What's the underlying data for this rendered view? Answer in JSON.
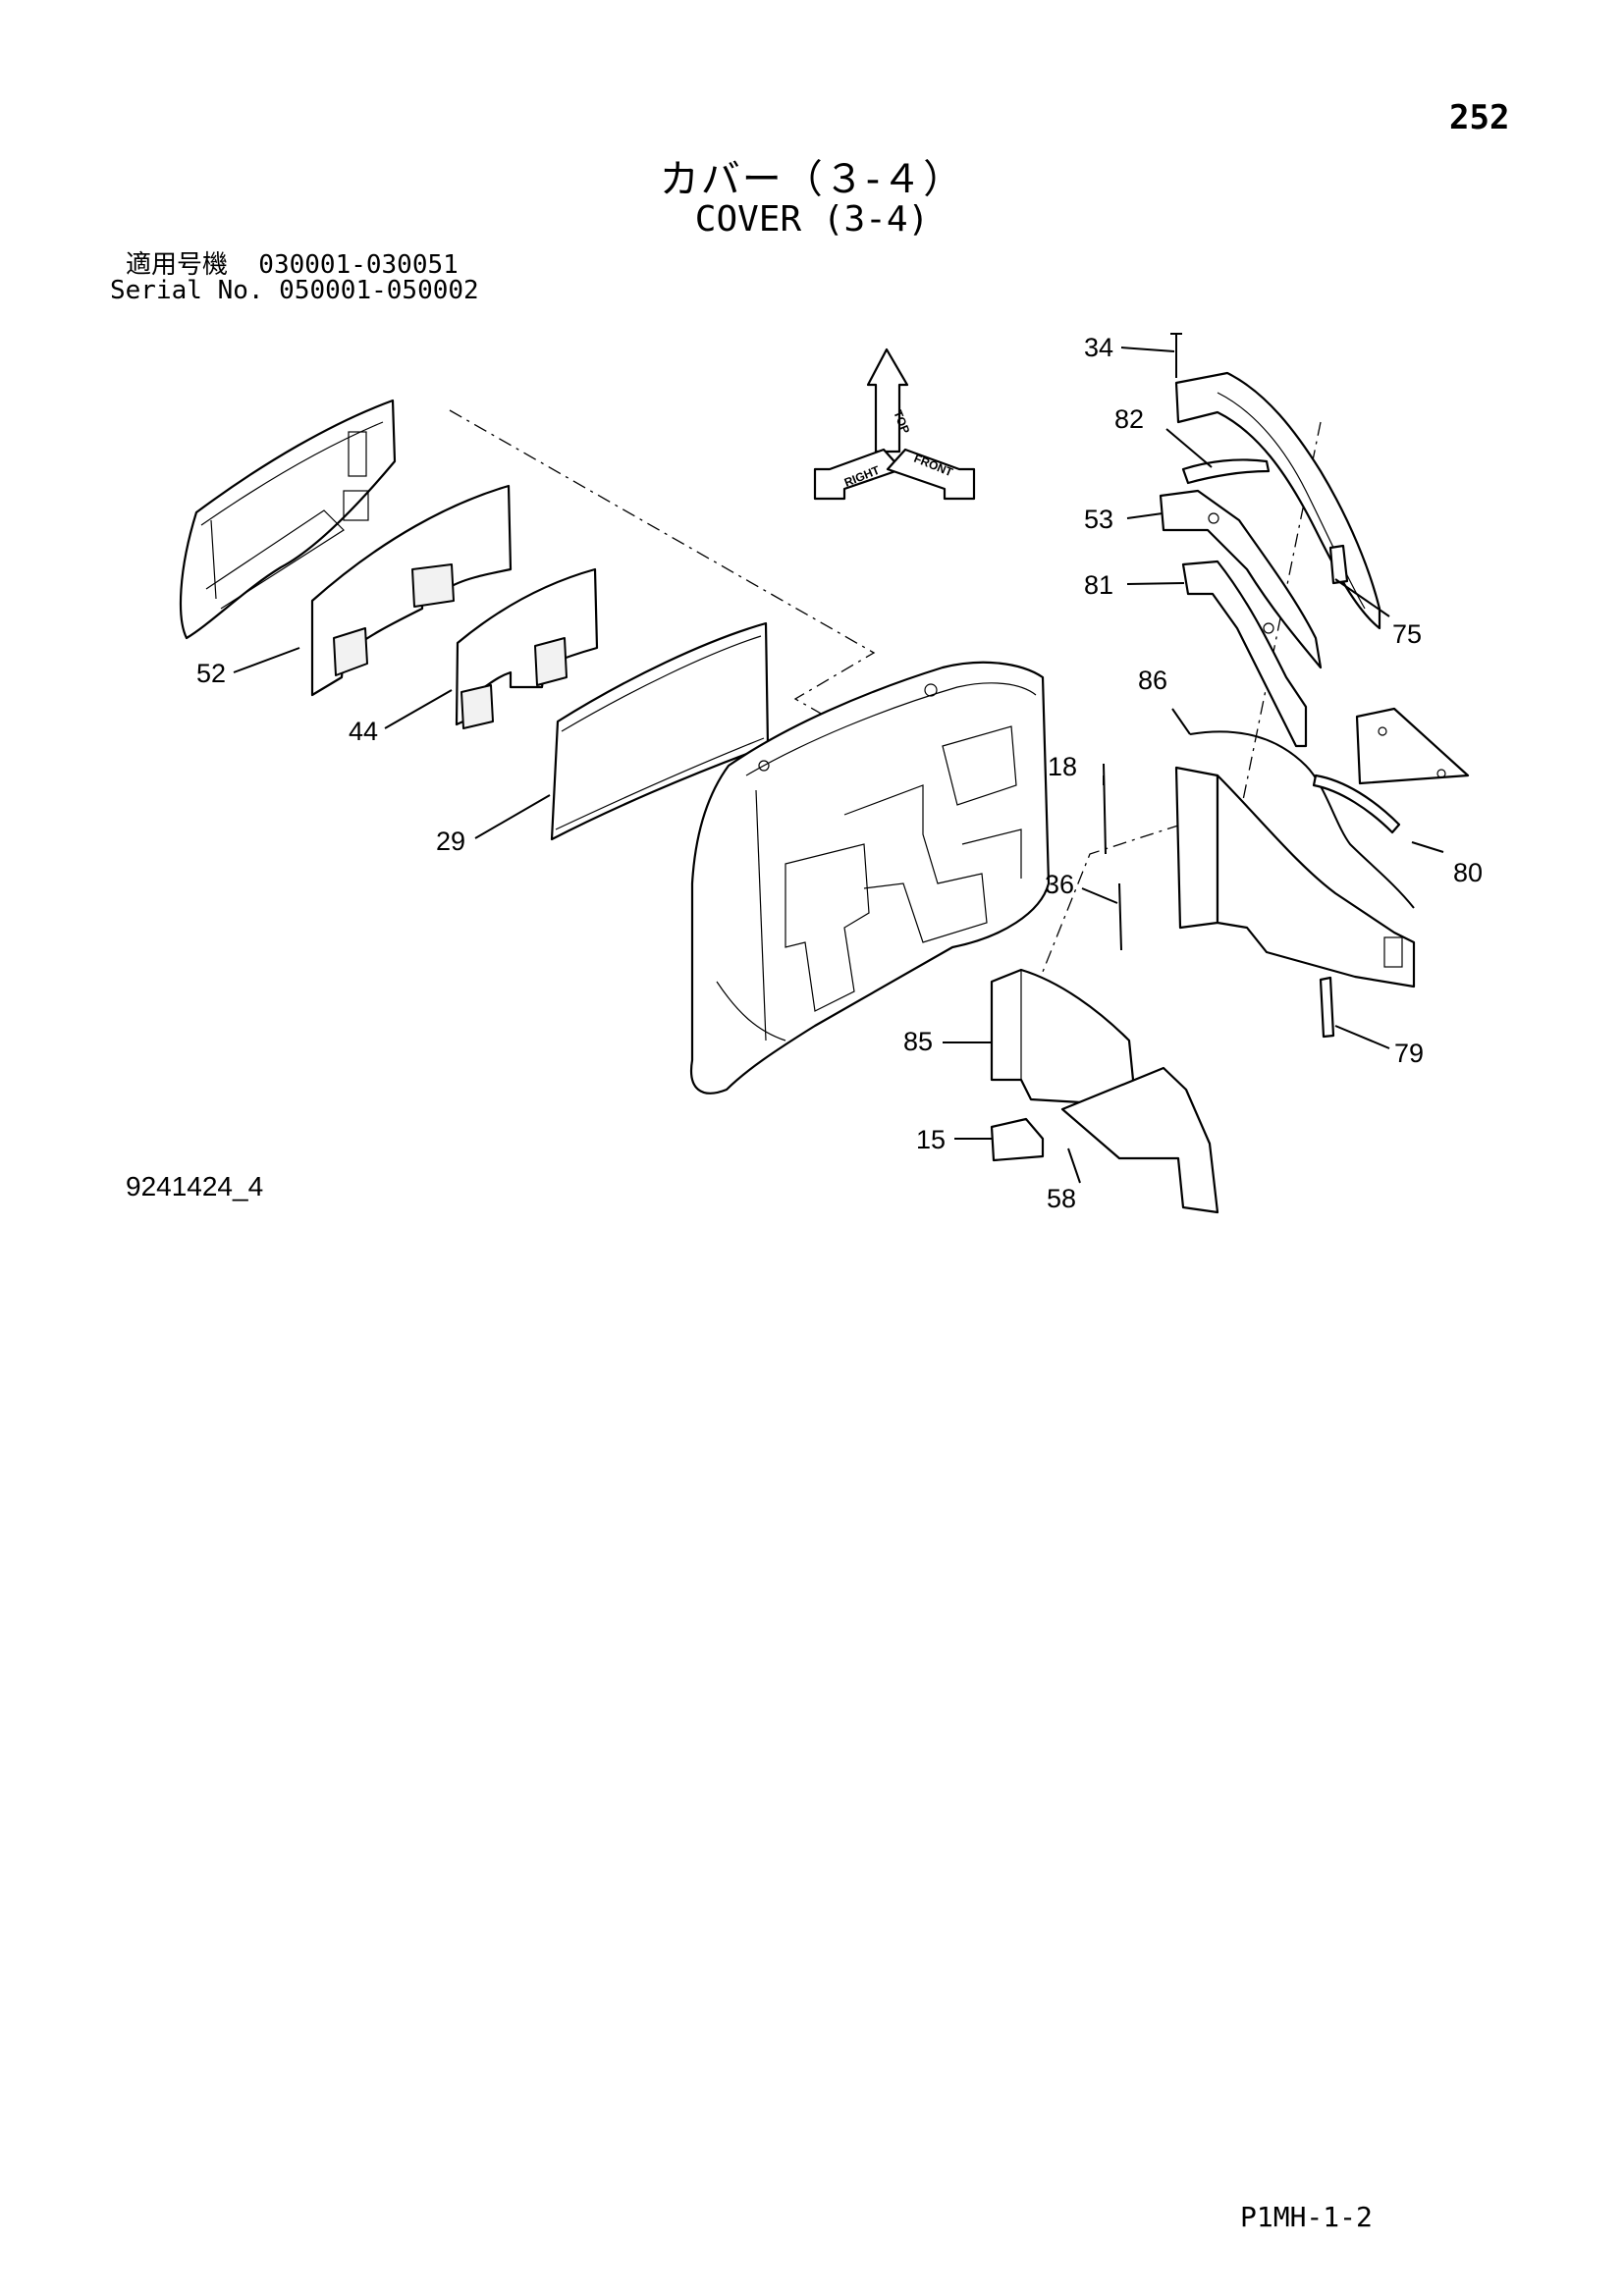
{
  "page": {
    "number": "252",
    "title_jp": "カバー（３-４）",
    "title_en": "COVER (3-4)",
    "applicable_jp": "適用号機  030001-030051",
    "serial_en": "Serial No. 050001-050002",
    "drawing_id": "9241424_4",
    "footer_code": "P1MH-1-2"
  },
  "orientation": {
    "labels": [
      "TOP",
      "RIGHT",
      "FRONT"
    ]
  },
  "callouts": [
    "34",
    "82",
    "53",
    "81",
    "75",
    "52",
    "44",
    "29",
    "86",
    "18",
    "80",
    "36",
    "79",
    "85",
    "15",
    "58"
  ]
}
